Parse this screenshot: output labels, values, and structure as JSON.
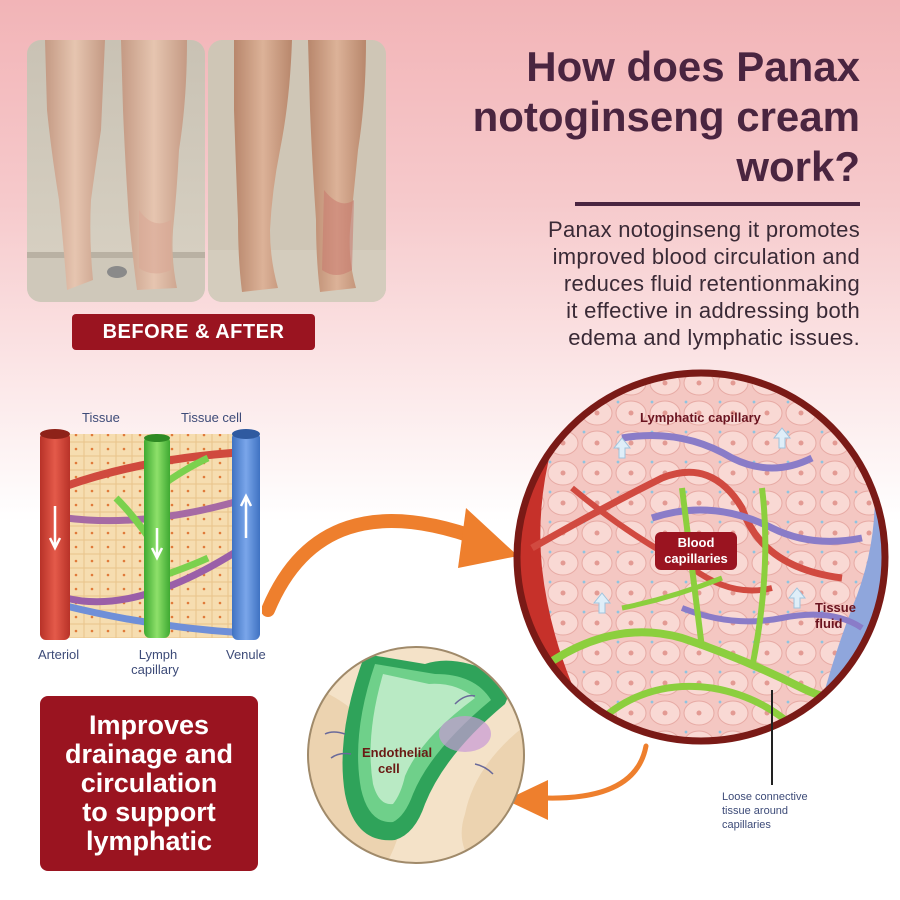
{
  "badge": {
    "before_after": "BEFORE & AFTER"
  },
  "headline": {
    "lines": [
      "How does Panax",
      "notoginseng cream",
      "work?"
    ]
  },
  "description": {
    "lines": [
      "Panax notoginseng it promotes",
      "improved blood circulation and",
      "reduces fluid retentionmaking",
      "it effective in addressing both",
      "edema and lymphatic issues."
    ]
  },
  "vessel_diagram": {
    "tissue": "Tissue",
    "tissue_cell": "Tissue cell",
    "arteriol": "Arteriol",
    "lymph_capillary_lines": [
      "Lymph",
      "capillary"
    ],
    "venule": "Venule"
  },
  "callout": {
    "lines": [
      "Improves",
      "drainage and",
      "circulation",
      "to support",
      "lymphatic"
    ]
  },
  "lymph_detail": {
    "lymphatic_capillary": "Lymphatic capillary",
    "blood_capillaries_lines": [
      "Blood",
      "capillaries"
    ],
    "tissue_fluid_lines": [
      "Tissue",
      "fluid"
    ],
    "endothelial_cell_lines": [
      "Endothelial",
      "cell"
    ],
    "loose_connective_lines": [
      "Loose connective",
      "tissue around",
      "capillaries"
    ]
  },
  "colors": {
    "brand_red": "#9a1420",
    "headline_purple": "#4a2540",
    "artery_red": "#d84a3e",
    "lymph_green": "#6ecf4a",
    "venule_blue": "#5b8fdc",
    "arrow_orange": "#ee7f2d"
  }
}
